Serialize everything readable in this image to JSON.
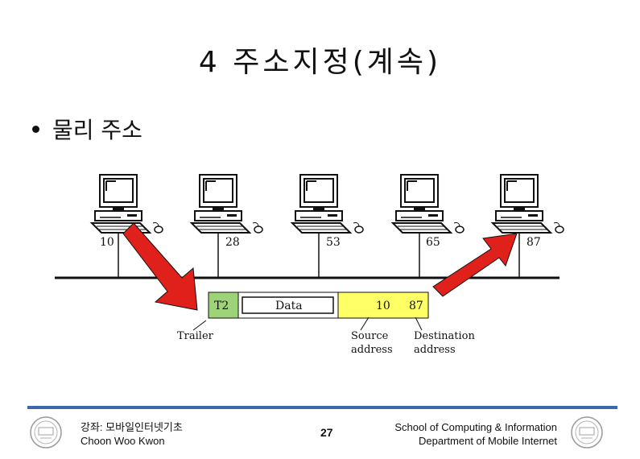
{
  "slide": {
    "title": "4 주소지정(계속)",
    "bullet": "물리 주소"
  },
  "diagram": {
    "station_addresses": [
      "10",
      "28",
      "53",
      "65",
      "87"
    ],
    "frame": {
      "trailer_field": "T2",
      "data_field": "Data",
      "source_value": "10",
      "destination_value": "87"
    },
    "labels": {
      "trailer": "Trailer",
      "source_line1": "Source",
      "source_line2": "address",
      "destination_line1": "Destination",
      "destination_line2": "address"
    },
    "colors": {
      "trailer_fill": "#9fd37a",
      "address_fill": "#ffff66",
      "arrow": "#e0201b",
      "bus": "#111111"
    }
  },
  "footer": {
    "course_line": "강좌: 모바일인터넷기초",
    "author": "Choon Woo Kwon",
    "page_number": "27",
    "school_line1": "School of Computing & Information",
    "school_line2": "Department of Mobile Internet",
    "rule_color": "#3a67b0"
  }
}
